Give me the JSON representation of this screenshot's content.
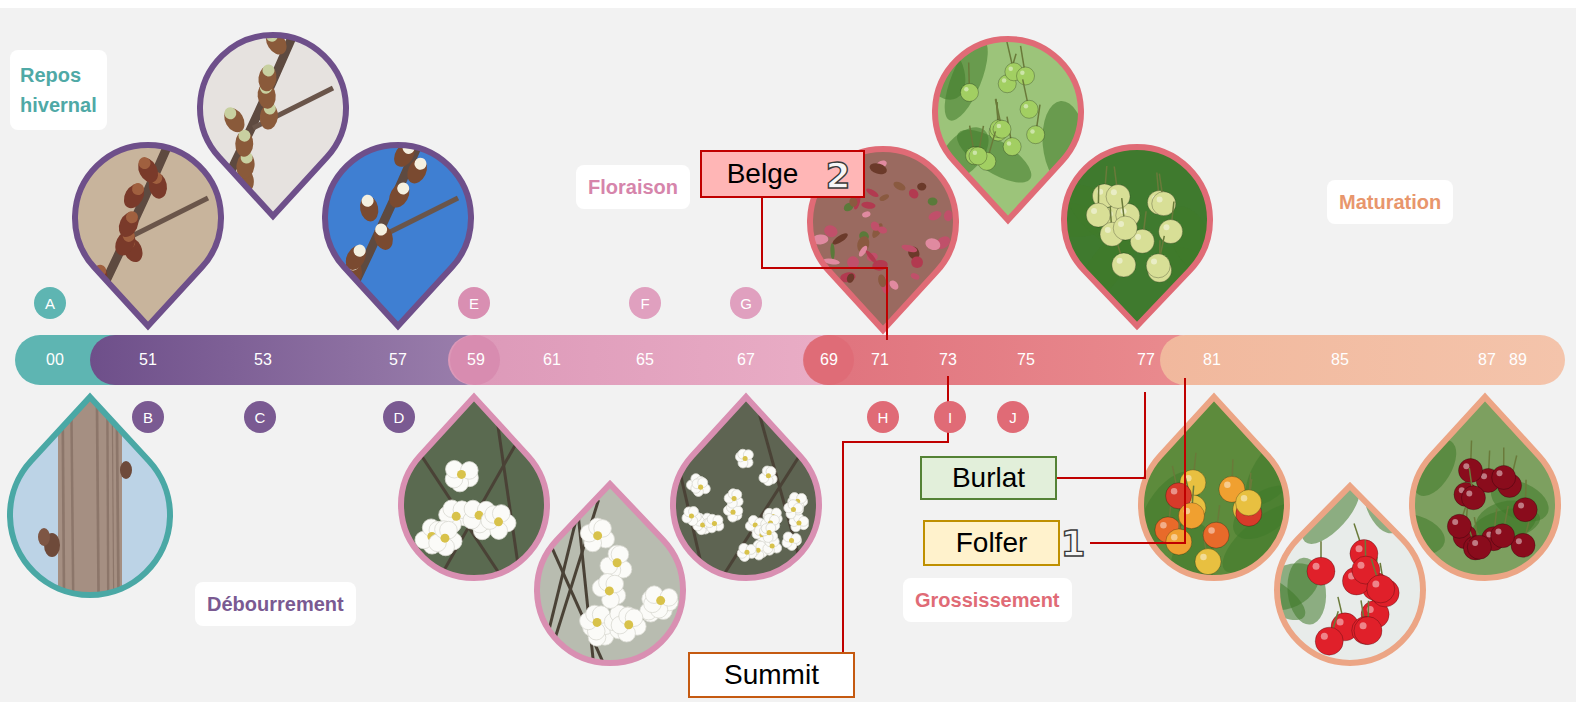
{
  "diagram": {
    "nodes": [
      {
        "text": [
          "Repos hivernal"
        ]
      },
      {
        "text": [
          "Floraison"
        ]
      },
      {
        "text": [
          "Belge"
        ]
      },
      {
        "text": [
          "Maturation"
        ]
      },
      {
        "text": [
          "A"
        ]
      },
      {
        "text": [
          "E"
        ]
      },
      {
        "text": [
          "F"
        ]
      },
      {
        "text": [
          "G"
        ]
      },
      {
        "text": [
          "B"
        ]
      },
      {
        "text": [
          "C"
        ]
      },
      {
        "text": [
          "D"
        ]
      },
      {
        "text": [
          "H"
        ]
      },
      {
        "text": [
          "I"
        ]
      },
      {
        "text": [
          "J"
        ]
      },
      {
        "text": [
          "Burlat"
        ]
      },
      {
        "text": [
          "Folfer"
        ]
      },
      {
        "text": [
          "Débourrement"
        ]
      },
      {
        "text": [
          "Grossissement"
        ]
      },
      {
        "text": [
          "Summit"
        ]
      }
    ],
    "labels": [
      "00",
      "51",
      "53",
      "57",
      "59",
      "61",
      "65",
      "67",
      "69",
      "71",
      "73",
      "75",
      "77",
      "81",
      "85",
      "87",
      "89",
      "2",
      "1"
    ]
  }
}
